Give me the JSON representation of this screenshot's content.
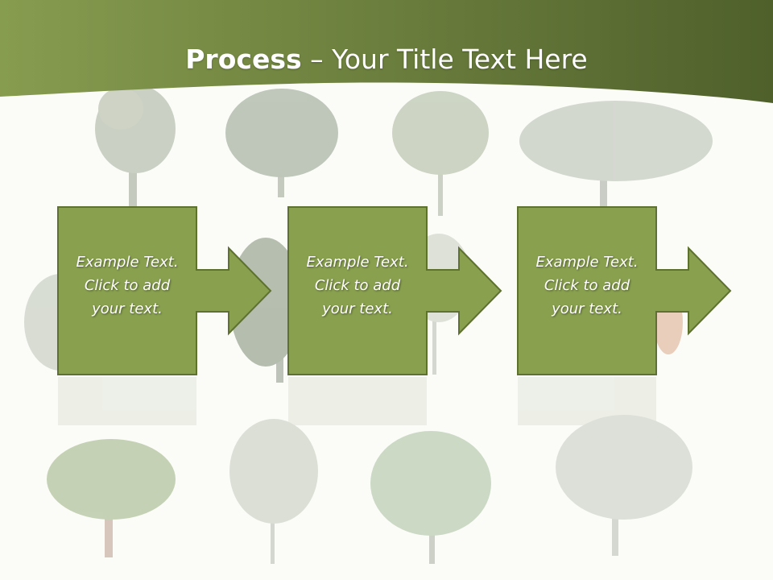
{
  "title": {
    "bold": "Process",
    "rest": " – Your Title Text Here"
  },
  "steps": [
    {
      "lines": [
        "Example Text.",
        "Click  to add",
        "your text."
      ]
    },
    {
      "lines": [
        "Example Text.",
        "Click  to add",
        "your text."
      ]
    },
    {
      "lines": [
        "Example Text.",
        "Click  to add",
        "your text."
      ]
    }
  ],
  "colors": {
    "header_dark": "#4f602b",
    "header_light": "#879c4f",
    "box_fill": "#89a04f",
    "box_stroke": "#5e7130",
    "background": "#fbfcf8"
  }
}
